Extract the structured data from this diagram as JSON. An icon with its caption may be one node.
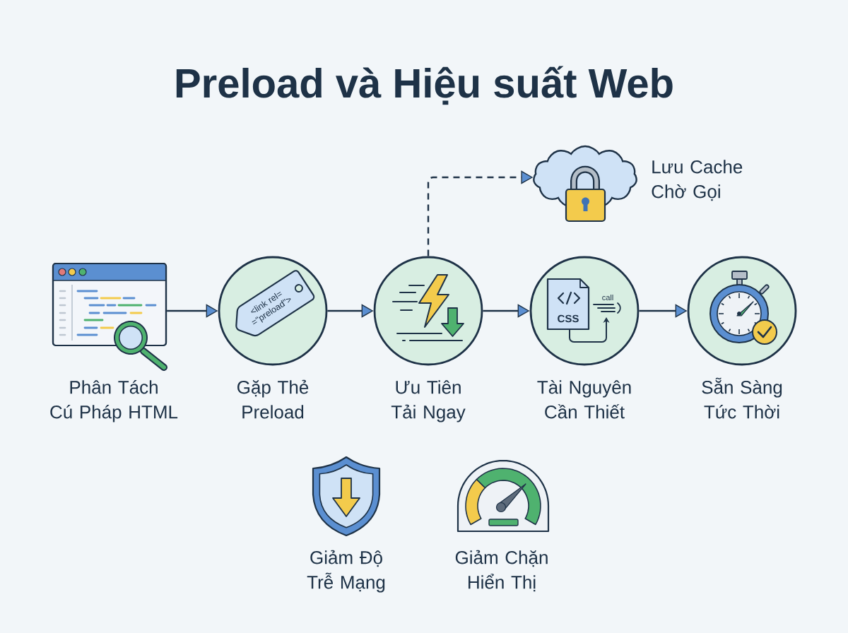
{
  "diagram": {
    "title": "Preload và Hiệu suất Web",
    "nodes": [
      {
        "text": [
          "Phân Tách Cú Pháp HTML"
        ]
      },
      {
        "text": [
          "<link rel= =\"preload\">",
          "Gặp Thẻ Preload"
        ]
      },
      {
        "text": [
          "Ưu Tiên Tải Ngay"
        ]
      },
      {
        "text": [
          "CSS",
          "call",
          "Tài Nguyên Cần Thiết"
        ]
      },
      {
        "text": [
          "Sẵn Sàng Tức Thời"
        ]
      },
      {
        "text": [
          "Lưu Cache Chờ Gọi"
        ]
      },
      {
        "text": [
          "Giảm Độ Trễ Mạng"
        ]
      },
      {
        "text": [
          "Giảm Chặn Hiển Thị"
        ]
      }
    ],
    "edges": [
      {
        "from": 0,
        "to": 1,
        "arrow": "to"
      },
      {
        "from": 1,
        "to": 2,
        "arrow": "to"
      },
      {
        "from": 2,
        "to": 3,
        "arrow": "to"
      },
      {
        "from": 3,
        "to": 4,
        "arrow": "to"
      },
      {
        "from": 2,
        "to": 5,
        "arrow": "to",
        "style": "dashed"
      }
    ]
  }
}
